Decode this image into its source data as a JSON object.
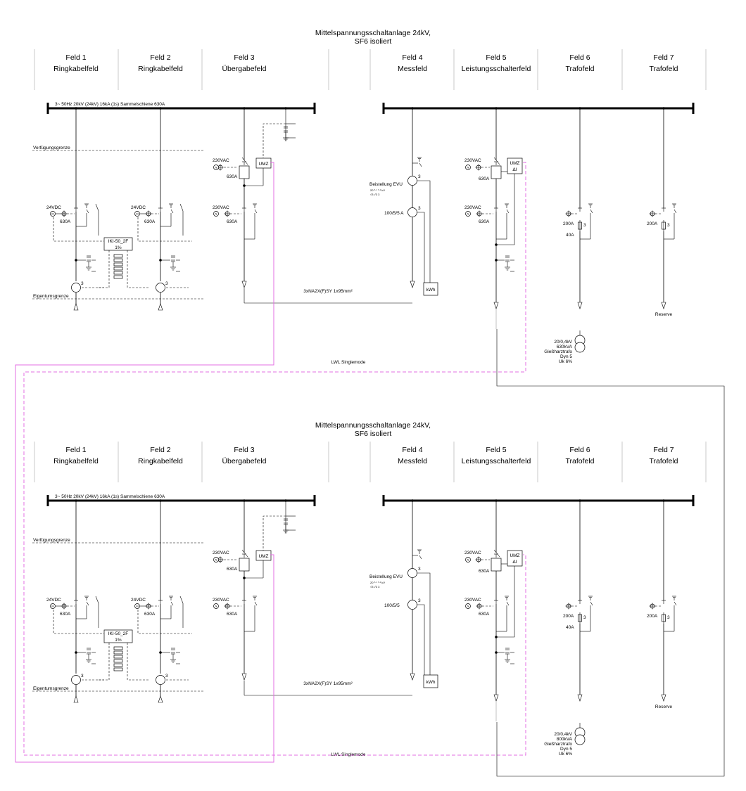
{
  "sections": [
    {
      "title_line1": "Mittelspannungsschaltanlage 24kV,",
      "title_line2": "SF6 isoliert",
      "fields": [
        {
          "name": "Feld 1",
          "label": "Ringkabelfeld"
        },
        {
          "name": "Feld 2",
          "label": "Ringkabelfeld"
        },
        {
          "name": "Feld 3",
          "label": "Übergabefeld"
        },
        {
          "name": "Feld 4",
          "label": "Messfeld"
        },
        {
          "name": "Feld 5",
          "label": "Leistungsschalterfeld"
        },
        {
          "name": "Feld 6",
          "label": "Trafofeld"
        },
        {
          "name": "Feld 7",
          "label": "Trafofeld"
        }
      ],
      "busbar_label": "3~ 50Hz 20kV (24kV) 16kA (1s) Sammelschiene 630A",
      "verfuegungsgrenze": "Verfügungsgrenze",
      "eigentumsgrenze": "Eigentumsgrenze",
      "v24_1": "24VDC",
      "v24_2": "24VDC",
      "a630_f1": "630A",
      "a630_f2": "630A",
      "iki_label": "IKI-50_2F",
      "iki_pct": "1%",
      "v230_f3a": "230VAC",
      "a630_f3a": "630A",
      "v230_f3b": "230VAC",
      "a630_f3b": "630A",
      "umz_f3": "UMZ",
      "beistellung": "Beistellung EVU",
      "kv_frac": "20 ⁰·¹ ⁰·¹ kV",
      "kv_frac_sub": "√3  √3  3",
      "ct_label": "100/5/5 A",
      "kwh": "kWh",
      "v230_f5a": "230VAC",
      "a630_f5a": "630A",
      "v230_f5b": "230VAC",
      "a630_f5b": "630A",
      "umz_f5": "UMZ",
      "umz_f5_sub": "ΔI",
      "f6_a200": "200A",
      "f6_a40": "40A",
      "f7_a200": "200A",
      "cable_label": "3xNA2X(F)SY 1x95mm²",
      "reserve": "Reserve",
      "trafo_lines": [
        "20/0,4kV",
        "630kVA",
        "Gießharztrafo",
        "Dyn 5",
        "Uk 6%"
      ],
      "ct_count": "3",
      "lwl": "LWL Singlemode"
    },
    {
      "title_line1": "Mittelspannungsschaltanlage 24kV,",
      "title_line2": "SF6 isoliert",
      "fields": [
        {
          "name": "Feld 1",
          "label": "Ringkabelfeld"
        },
        {
          "name": "Feld 2",
          "label": "Ringkabelfeld"
        },
        {
          "name": "Feld 3",
          "label": "Übergabefeld"
        },
        {
          "name": "Feld 4",
          "label": "Messfeld"
        },
        {
          "name": "Feld 5",
          "label": "Leistungsschalterfeld"
        },
        {
          "name": "Feld 6",
          "label": "Trafofeld"
        },
        {
          "name": "Feld 7",
          "label": "Trafofeld"
        }
      ],
      "busbar_label": "3~ 50Hz 20kV (24kV) 16kA (1s) Sammelschiene 630A",
      "verfuegungsgrenze": "Verfügungsgrenze",
      "eigentumsgrenze": "Eigentumsgrenze",
      "v24_1": "24VDC",
      "v24_2": "24VDC",
      "a630_f1": "630A",
      "a630_f2": "630A",
      "iki_label": "IKI-50_2F",
      "iki_pct": "1%",
      "v230_f3a": "230VAC",
      "a630_f3a": "630A",
      "v230_f3b": "230VAC",
      "a630_f3b": "630A",
      "umz_f3": "UMZ",
      "beistellung": "Beistellung EVU",
      "kv_frac": "20 ⁰·¹ ⁰·¹ kV",
      "kv_frac_sub": "√3  √3  3",
      "ct_label": "100/5/5",
      "kwh": "kWh",
      "v230_f5a": "230VAC",
      "a630_f5a": "630A",
      "v230_f5b": "230VAC",
      "a630_f5b": "630A",
      "umz_f5": "UMZ",
      "umz_f5_sub": "ΔI",
      "f6_a200": "200A",
      "f6_a40": "40A",
      "f7_a200": "200A",
      "cable_label": "3xNA2X(F)SY 1x95mm²",
      "reserve": "Reserve",
      "trafo_lines": [
        "20/0,4kV",
        "800kVA",
        "Gießharztrafo",
        "Dyn 5",
        "Uk 6%"
      ],
      "ct_count": "3",
      "lwl": "LWL Singlemode"
    }
  ]
}
